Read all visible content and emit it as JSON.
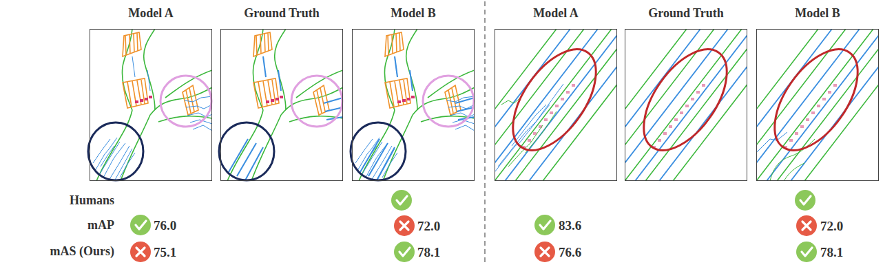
{
  "diagram": {
    "nodes": [
      {
        "text": [
          "Model A"
        ]
      },
      {
        "text": [
          "Ground Truth"
        ]
      },
      {
        "text": [
          "Model B"
        ]
      },
      {
        "text": [
          "Model A"
        ]
      },
      {
        "text": [
          "Ground Truth"
        ]
      },
      {
        "text": [
          "Model B"
        ]
      }
    ],
    "labels": [
      "Humans",
      "mAP",
      "mAS (Ours)",
      "76.0",
      "72.0",
      "83.6",
      "72.0",
      "75.1",
      "78.1",
      "76.6",
      "78.1"
    ]
  }
}
